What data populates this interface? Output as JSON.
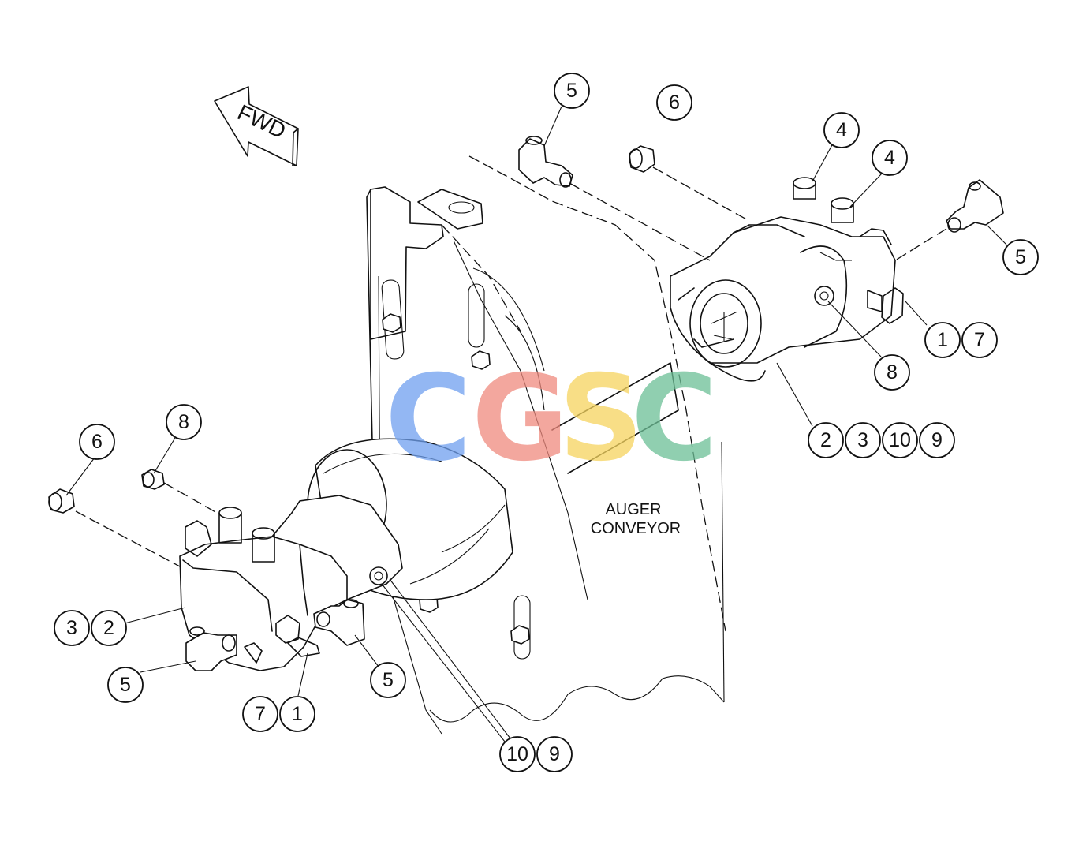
{
  "direction_arrow": {
    "label": "FWD"
  },
  "assembly_label": {
    "line1": "AUGER",
    "line2": "CONVEYOR"
  },
  "watermark": {
    "letters": [
      {
        "char": "C",
        "color": "#6fa0ef"
      },
      {
        "char": "G",
        "color": "#ef8a7e"
      },
      {
        "char": "S",
        "color": "#f6d45e"
      },
      {
        "char": "C",
        "color": "#6cbf96"
      }
    ]
  },
  "callouts": {
    "right_top_5": "5",
    "right_top_6": "6",
    "right_4a": "4",
    "right_4b": "4",
    "right_5": "5",
    "right_1": "1",
    "right_7": "7",
    "right_8": "8",
    "right_2": "2",
    "right_3": "3",
    "right_10": "10",
    "right_9": "9",
    "left_6": "6",
    "left_8": "8",
    "left_3": "3",
    "left_2": "2",
    "left_5a": "5",
    "left_5b": "5",
    "left_7": "7",
    "left_1": "1",
    "left_10": "10",
    "left_9": "9"
  }
}
